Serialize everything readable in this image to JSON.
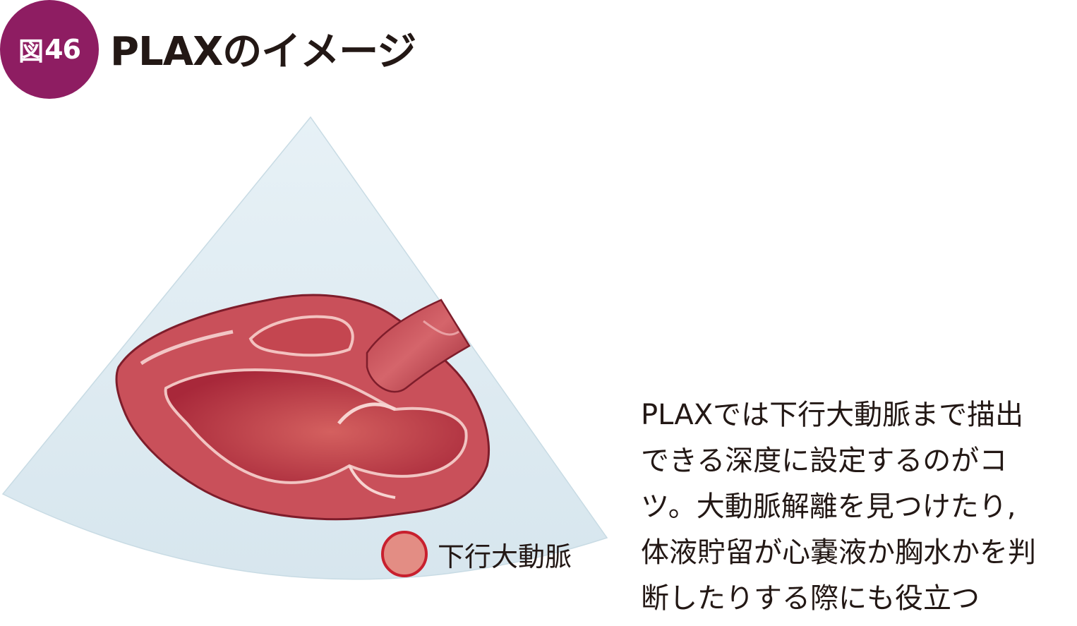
{
  "figure": {
    "badge_label": "図",
    "badge_number": "46",
    "title": "PLAXのイメージ"
  },
  "legend": {
    "label": "下行大動脈",
    "color": "#e38d84",
    "border_color": "#c8202e"
  },
  "caption": {
    "lines": [
      "PLAXでは下行大動脈まで描出",
      "できる深度に設定するのがコ",
      "ツ。大動脈解離を見つけたり,",
      "体液貯留が心嚢液か胸水かを判",
      "断したりする際にも役立つ"
    ]
  },
  "colors": {
    "badge": "#8e1d62",
    "sector_fill": "#dfecf3",
    "heart_wall": "#c94b55",
    "heart_cavity": "#b82f3d"
  }
}
